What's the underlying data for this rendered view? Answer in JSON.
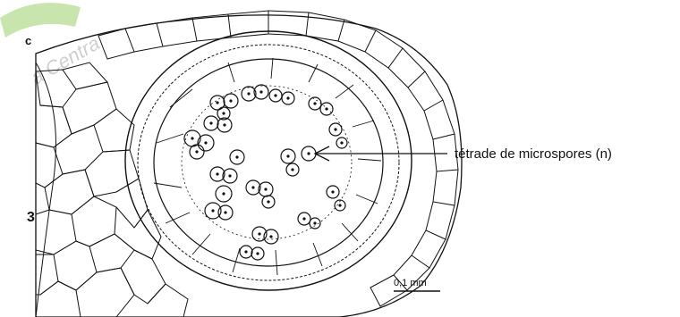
{
  "figure": {
    "panel_letter": "c",
    "annotation_label": "tétrade de microspores (n)",
    "scale_bar_label": "0,1 mm",
    "stray_margin_glyph": "3",
    "watermark_text": "a Centra",
    "colors": {
      "ink": "#111111",
      "background": "#ffffff",
      "watermark_green": "#9bd06a"
    }
  }
}
